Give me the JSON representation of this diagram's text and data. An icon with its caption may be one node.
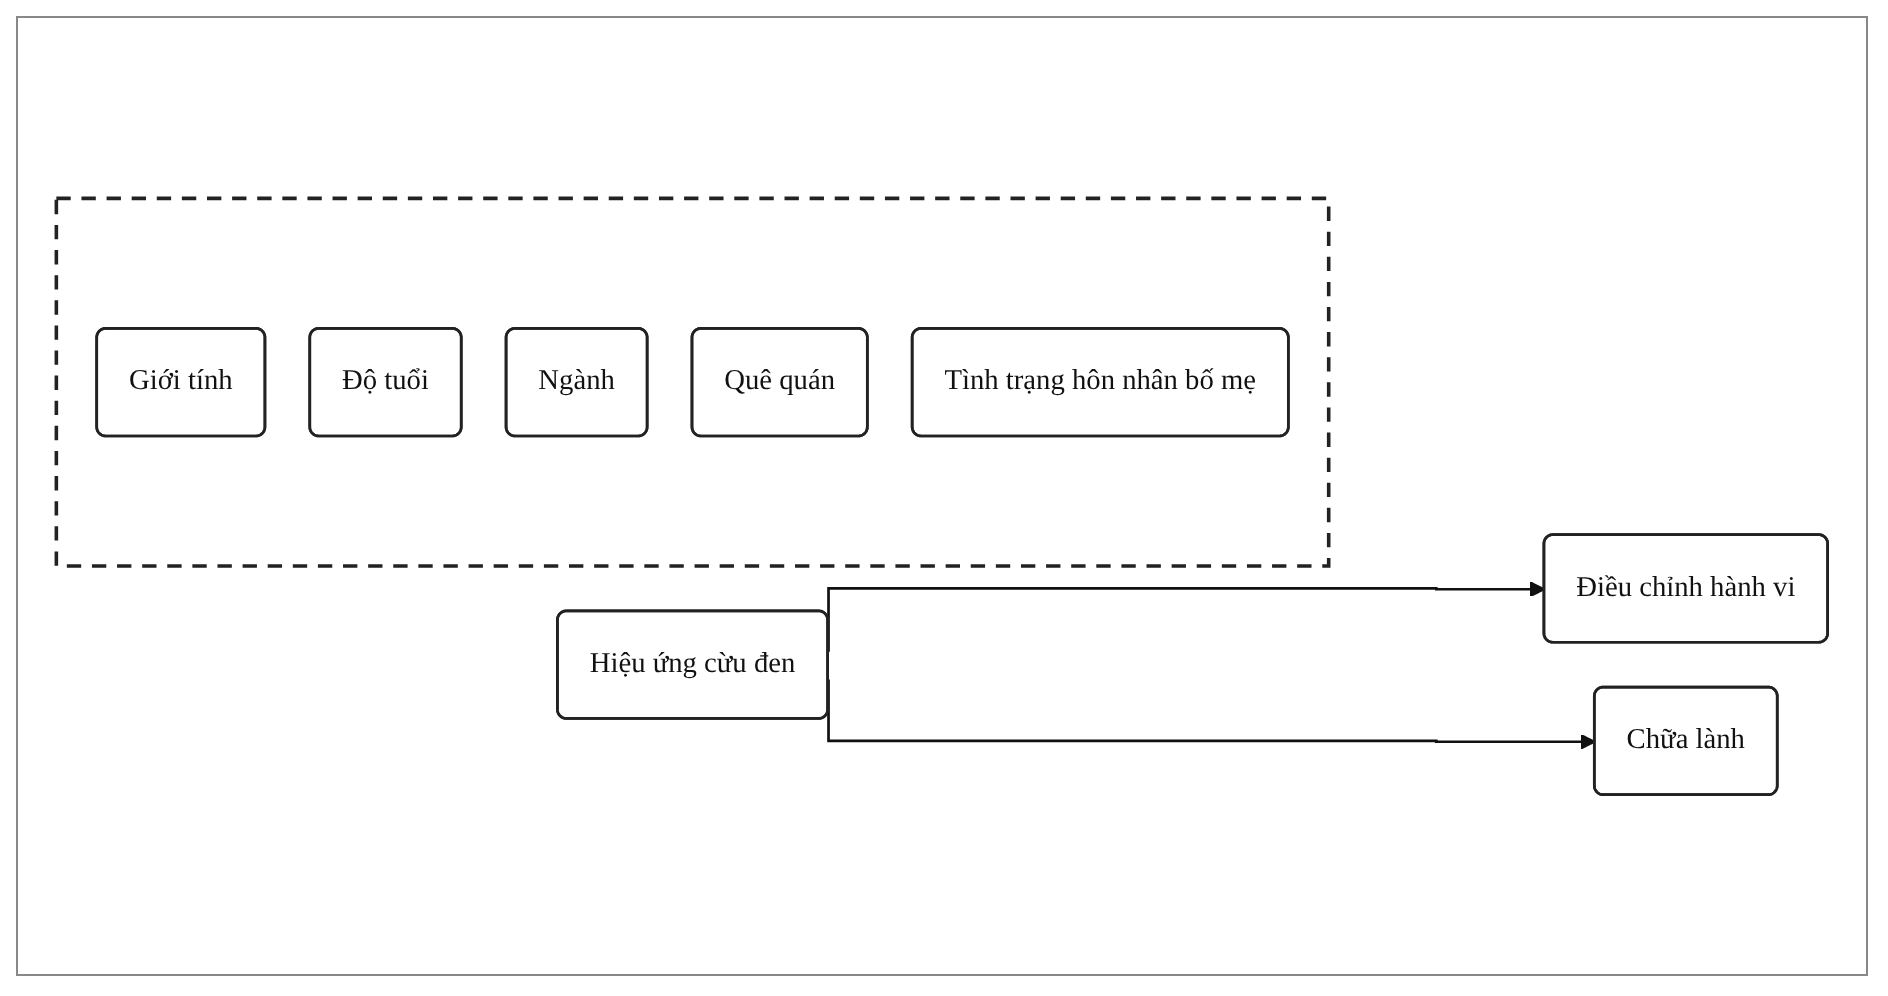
{
  "diagram": {
    "nodes": [
      {
        "text": [
          "Hiệu ứng cừu đen"
        ]
      },
      {
        "text": [
          "Điều chỉnh hành vi"
        ]
      },
      {
        "text": [
          "Chữa lành"
        ]
      },
      {
        "text": [],
        "shape": "box"
      },
      {
        "text": [
          "Giới tính"
        ],
        "in": 3
      },
      {
        "text": [
          "Độ tuổi"
        ],
        "in": 3
      },
      {
        "text": [
          "Ngành"
        ],
        "in": 3
      },
      {
        "text": [
          "Quê quán"
        ],
        "in": 3
      },
      {
        "text": [
          "Tình trạng hôn nhân bố mẹ"
        ],
        "in": 3
      }
    ],
    "edges": [
      {
        "from": 0,
        "to": 1,
        "arrow": "to"
      },
      {
        "from": 0,
        "to": 2,
        "arrow": "to"
      }
    ]
  }
}
